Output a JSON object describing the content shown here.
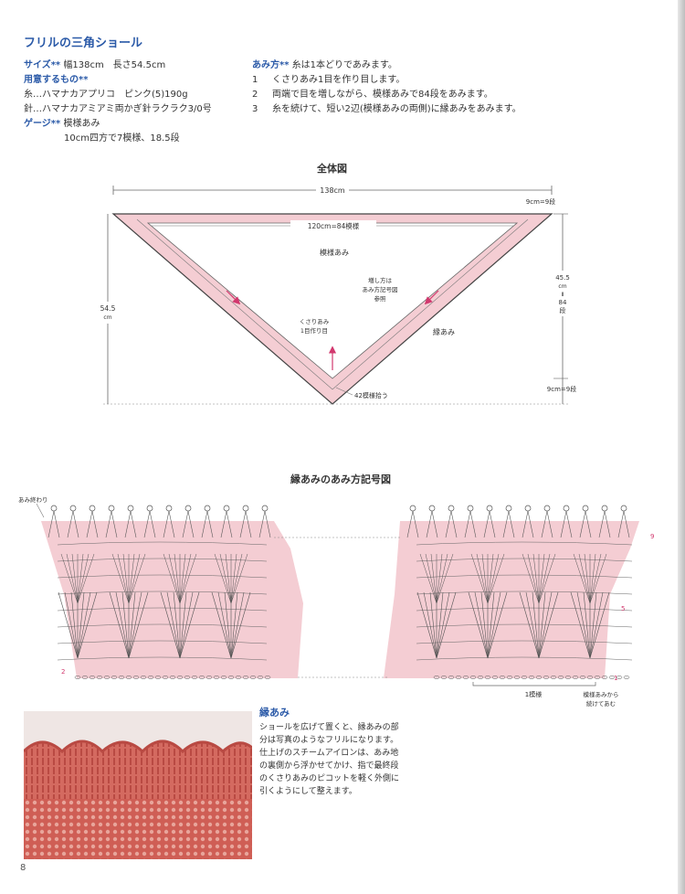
{
  "title": "フリルの三角ショール",
  "materials": {
    "size_label": "サイズ**",
    "size_value": "幅138cm　長さ54.5cm",
    "prep_label": "用意するもの**",
    "yarn": "糸…ハマナカアプリコ　ピンク(5)190g",
    "needle": "針…ハマナカアミアミ両かぎ針ラクラク3/0号",
    "gauge_label": "ゲージ**",
    "gauge_value": "模様あみ",
    "gauge_detail": "10cm四方で7模様、18.5段"
  },
  "howto": {
    "label": "あみ方**",
    "intro": "糸は1本どりであみます。",
    "steps": [
      {
        "num": "1",
        "text": "くさりあみ1目を作り目します。"
      },
      {
        "num": "2",
        "text": "両端で目を増しながら、模様あみで84段をあみます。"
      },
      {
        "num": "3",
        "text": "糸を続けて、短い2辺(模様あみの両側)に縁あみをあみます。"
      }
    ]
  },
  "overall_diagram": {
    "title": "全体図",
    "width_label": "138cm",
    "inner_width_label": "120cm=84模様",
    "body_label": "模様あみ",
    "increase_note_1": "増し方は",
    "increase_note_2": "あみ方記号図",
    "increase_note_3": "参照",
    "start_note_1": "くさりあみ",
    "start_note_2": "1目作り目",
    "edge_label": "縁あみ",
    "bottom_note": "42模様拾う",
    "left_height_1": "54.5",
    "left_height_2": "cm",
    "right_top": "9cm=9段",
    "right_mid_1": "45.5",
    "right_mid_2": "cm",
    "right_mid_3": "Ⅱ",
    "right_mid_4": "84",
    "right_mid_5": "段",
    "right_bottom": "9cm=9段"
  },
  "chart_diagram": {
    "title": "縁あみのあみ方記号図",
    "end_label": "あみ終わり",
    "row_2": "2",
    "row_1": "1",
    "row_5": "5",
    "row_9": "9",
    "repeat_label": "1模様",
    "continue_1": "模様あみから",
    "continue_2": "続けてあむ"
  },
  "photo_caption": {
    "heading": "縁あみ",
    "body": "ショールを広げて置くと、縁あみの部分は写真のようなフリルになります。仕上げのスチームアイロンは、あみ地の裏側から浮かせてかけ、指で最終段のくさりあみのピコットを軽く外側に引くようにして整えます。"
  },
  "page_number": "8",
  "colors": {
    "accent_blue": "#2b5aa8",
    "pink_fill": "#f4cdd3",
    "arrow_pink": "#d2386e",
    "yarn_coral": "#d9736a"
  }
}
